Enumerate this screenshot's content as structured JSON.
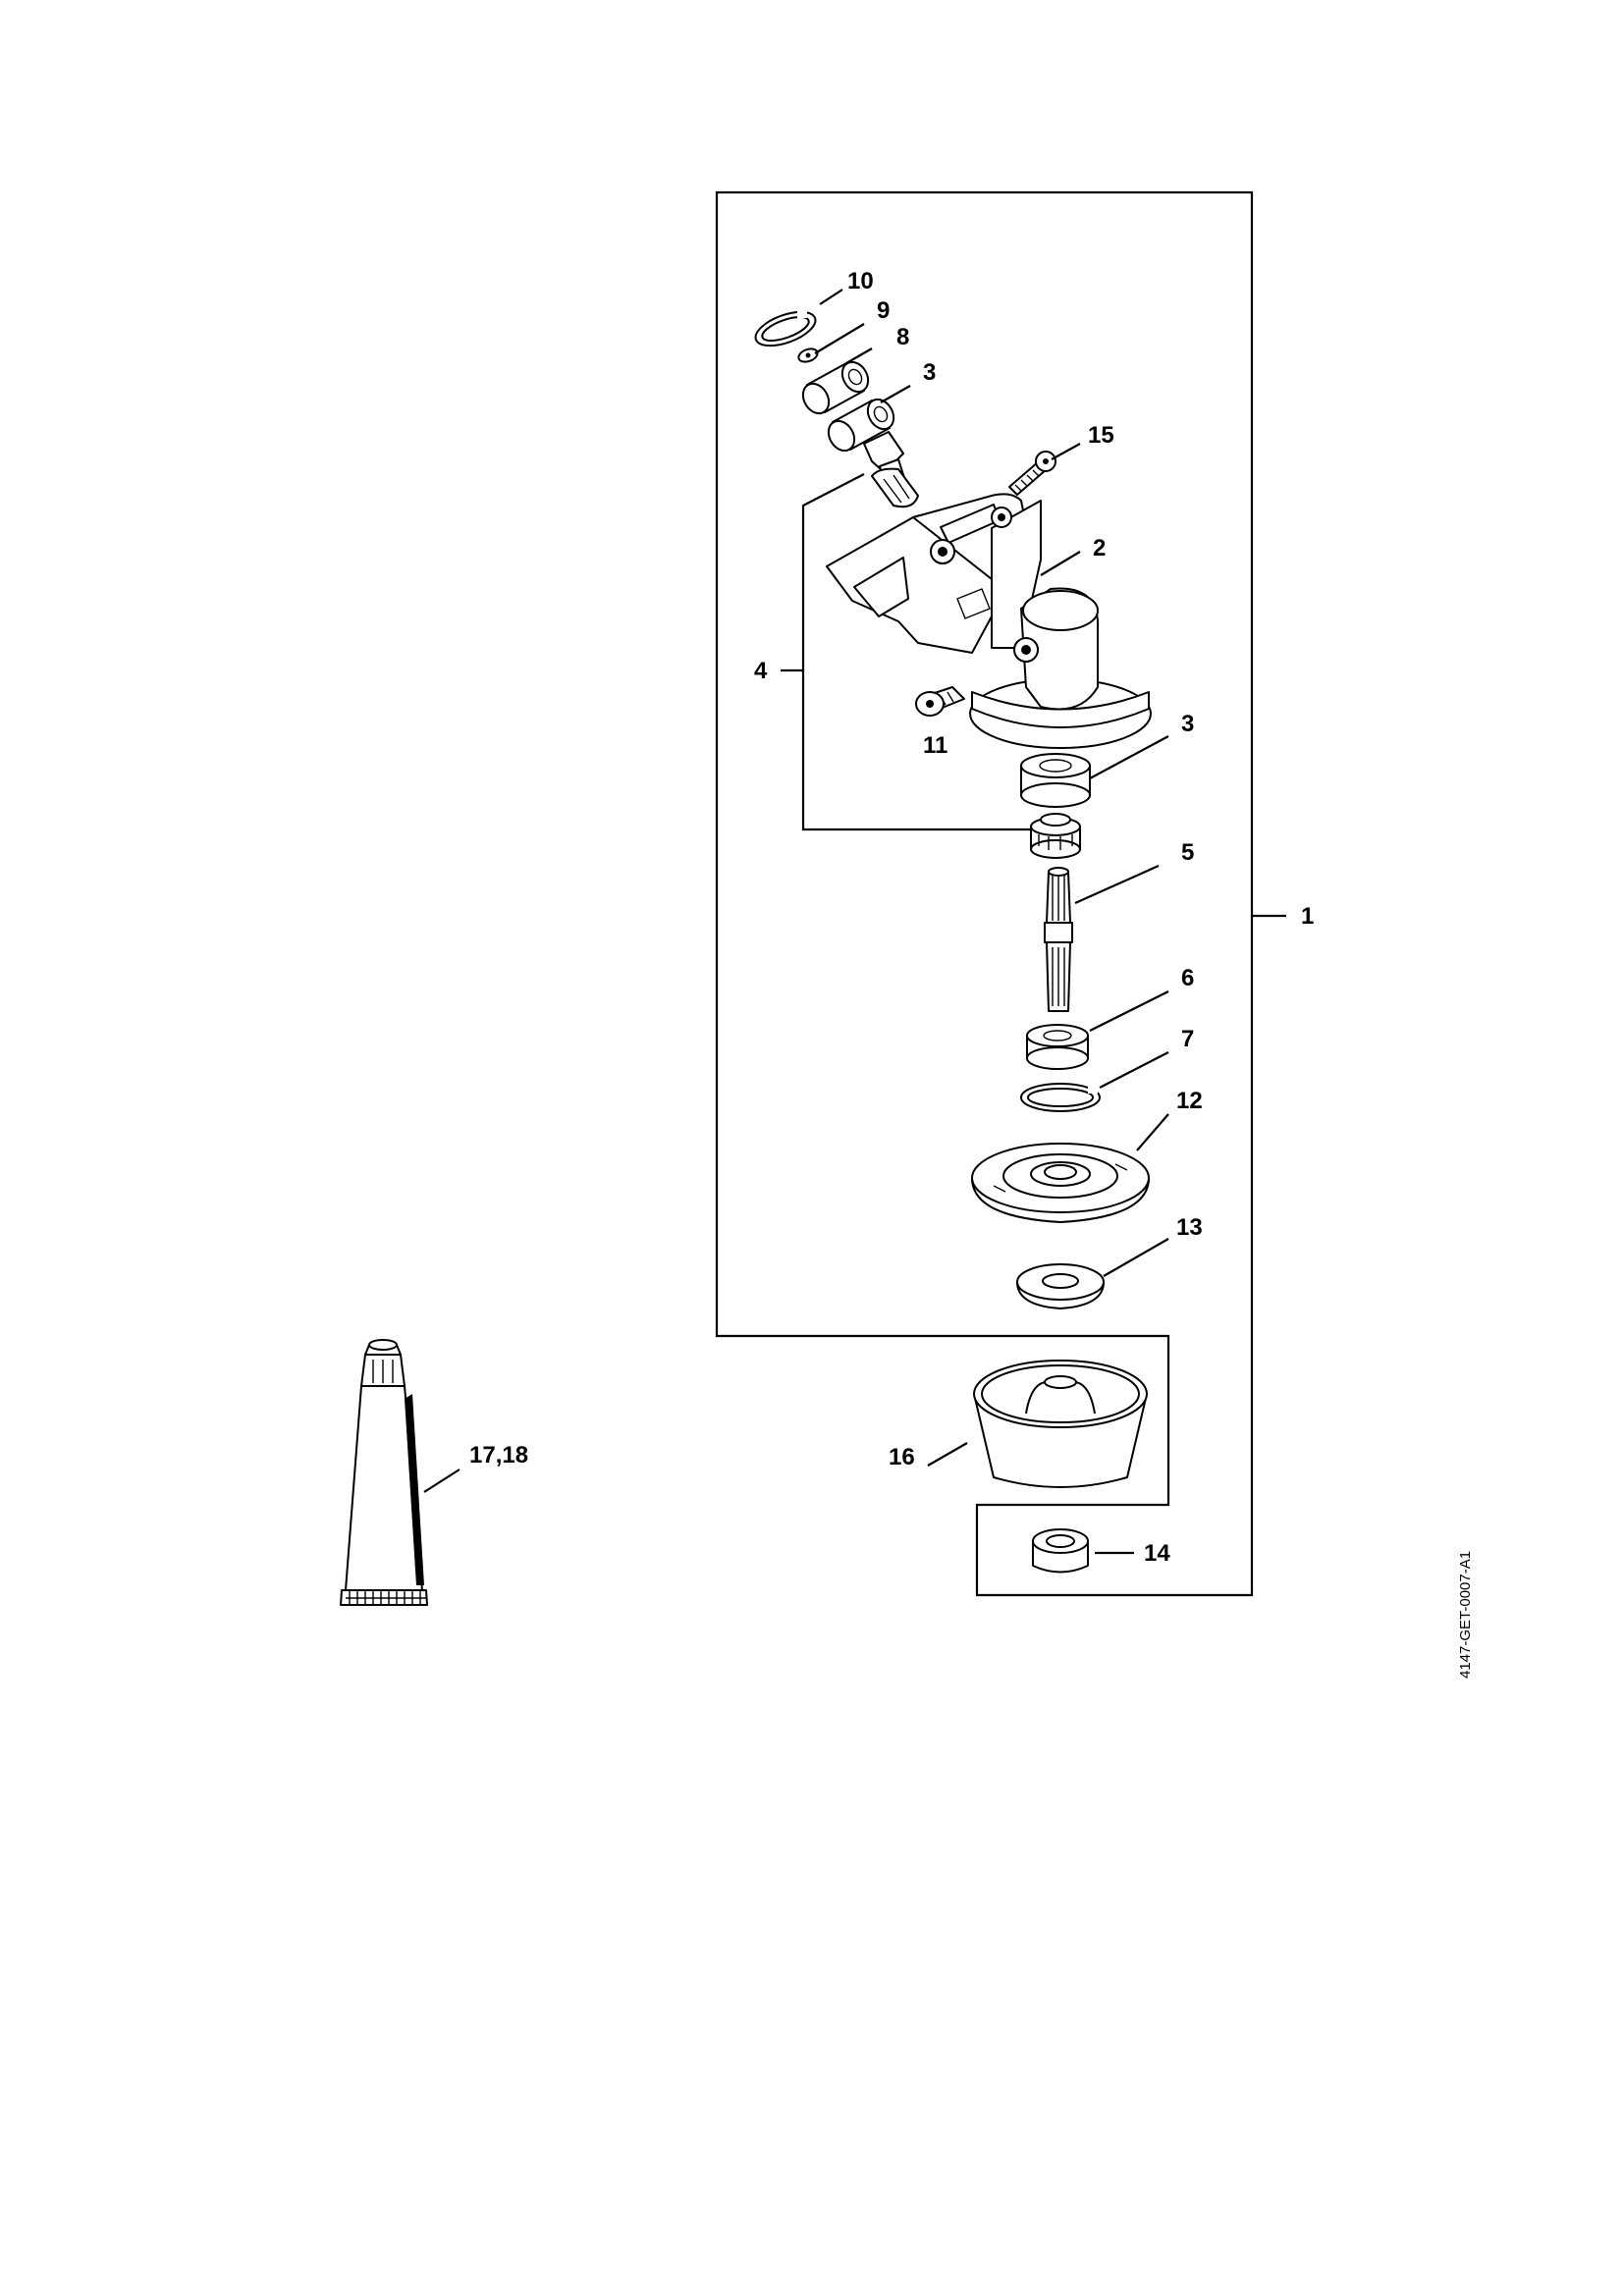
{
  "diagram": {
    "reference_code": "4147-GET-0007-A1",
    "callouts": {
      "c1": "1",
      "c2": "2",
      "c3a": "3",
      "c3b": "3",
      "c4": "4",
      "c5": "5",
      "c6": "6",
      "c7": "7",
      "c8": "8",
      "c9": "9",
      "c10": "10",
      "c11": "11",
      "c12": "12",
      "c13": "13",
      "c14": "14",
      "c15": "15",
      "c16": "16",
      "c17_18": "17,18"
    },
    "icons": [
      "retaining-ring",
      "lock-washer",
      "ball-bearing",
      "bevel-pinion",
      "gear-housing",
      "screw",
      "plug",
      "spur-gear",
      "spline-shaft",
      "circlip",
      "thrust-plate",
      "thrust-washer",
      "rider-plate",
      "mowing-head-nut",
      "grease-tube"
    ]
  }
}
